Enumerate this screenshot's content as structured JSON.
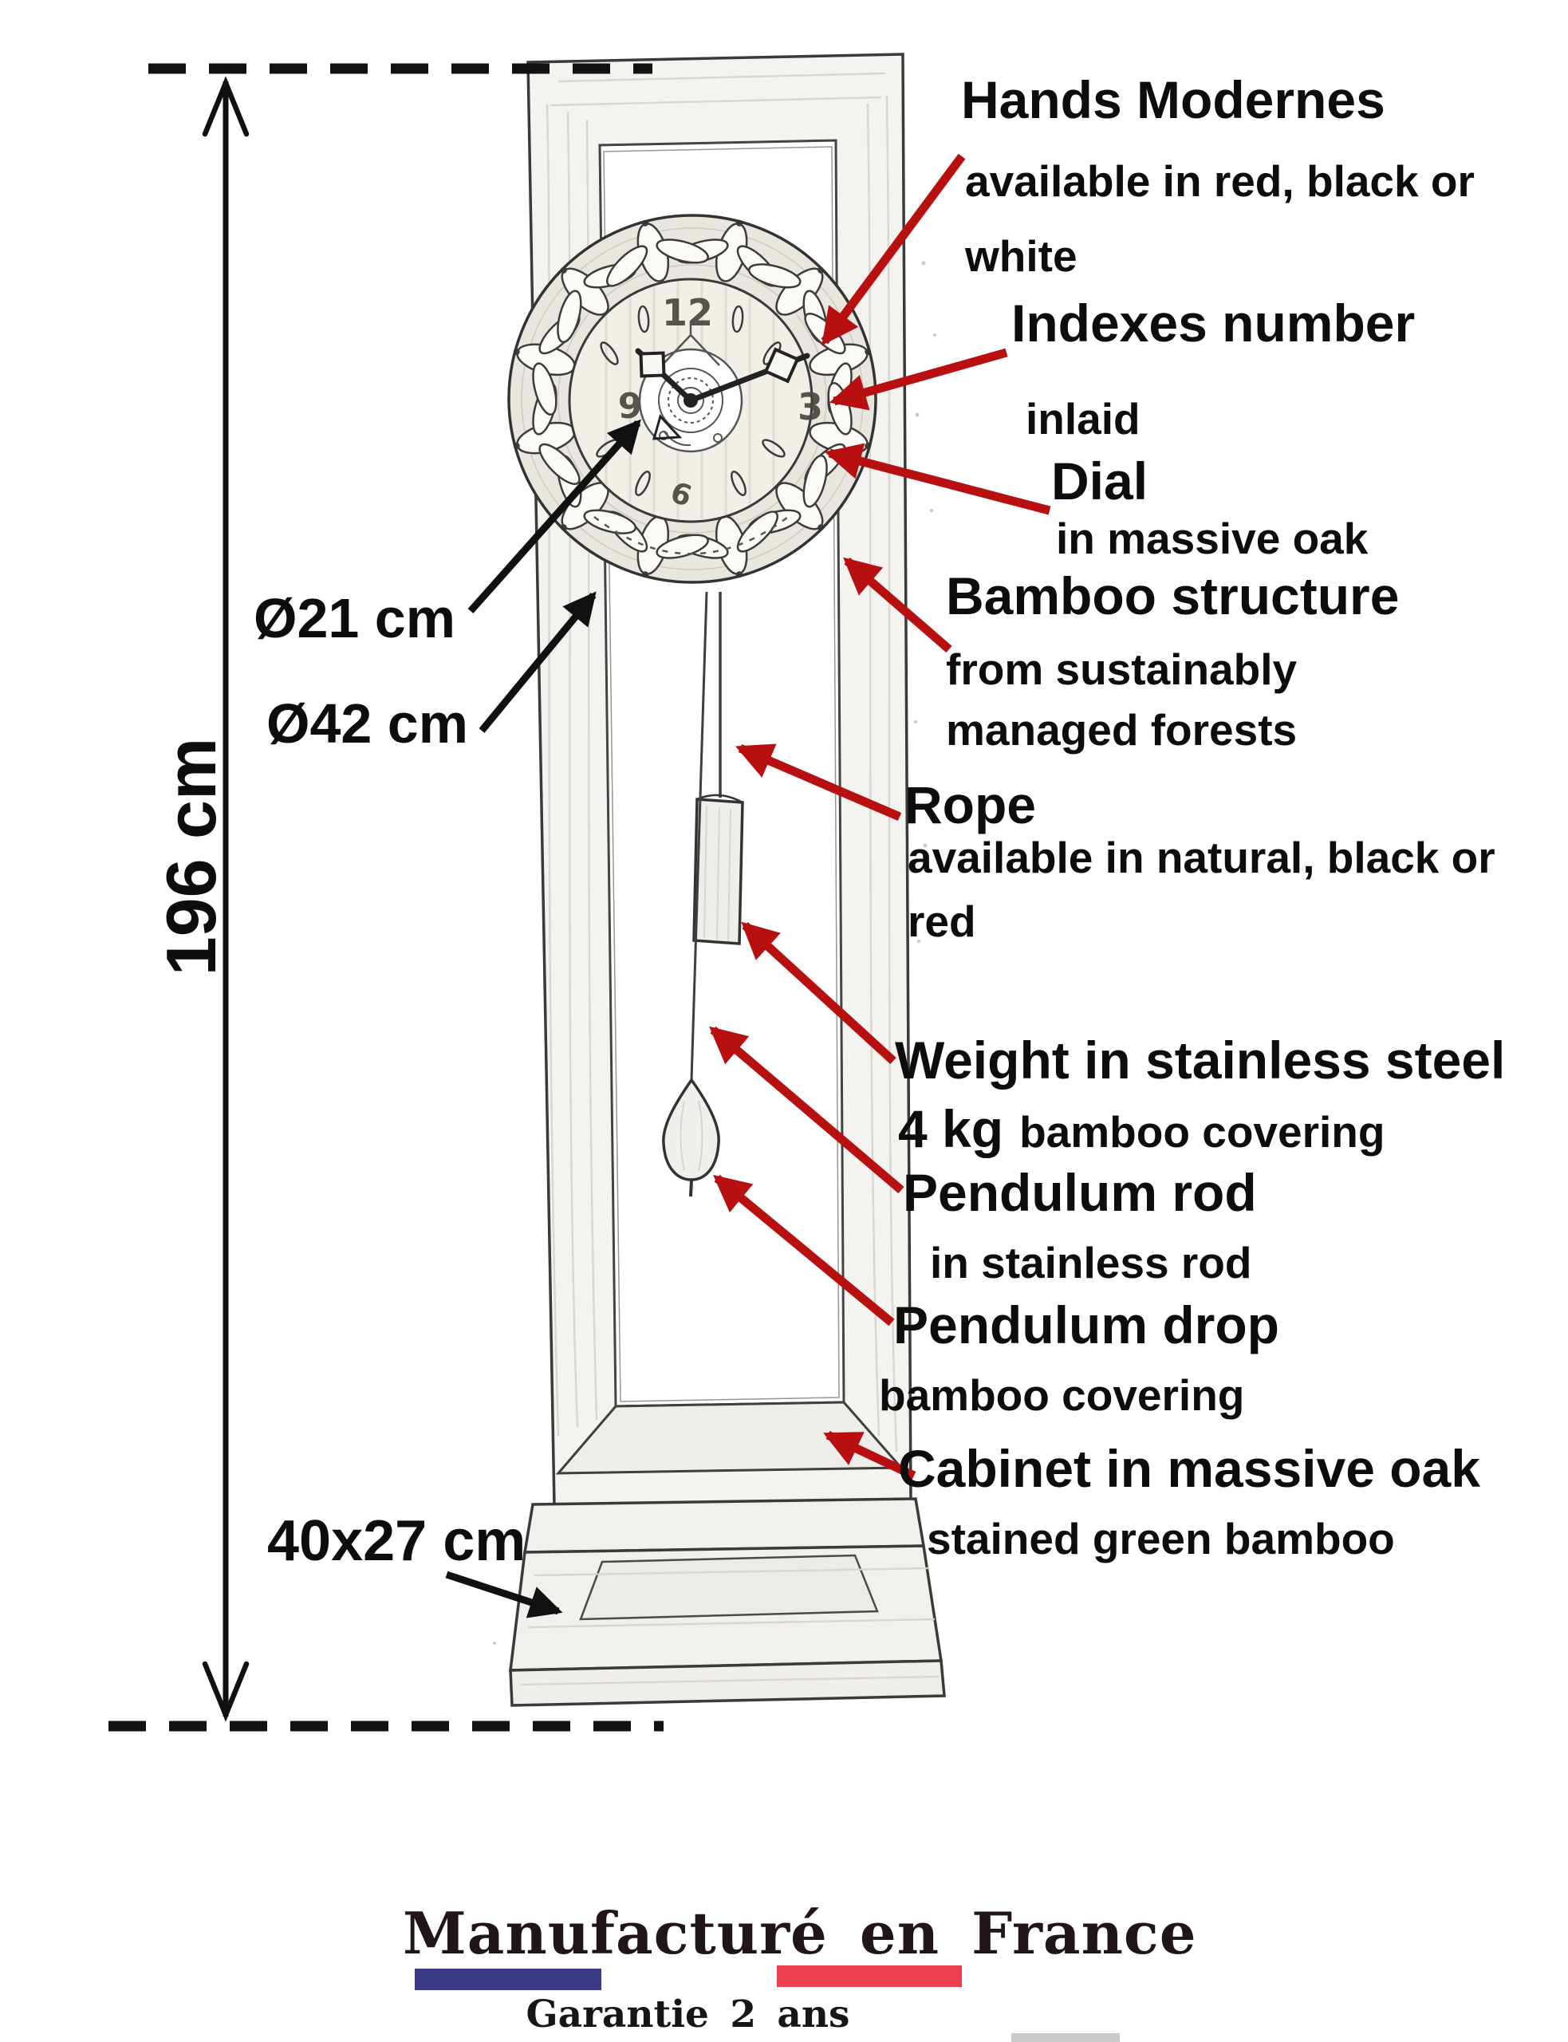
{
  "colors": {
    "arrow_red": "#b80f11",
    "ink": "#0d0d0d",
    "flag_blue": "#3d3a85",
    "flag_red": "#ee3f50"
  },
  "dimensions": {
    "height_label": "196 cm",
    "dial_diameter": "Ø21 cm",
    "structure_diameter": "Ø42 cm",
    "base_size": "40x27 cm"
  },
  "callouts": {
    "hands": {
      "title": "Hands Modernes",
      "line1": "available in red, black or",
      "line2": "white"
    },
    "indexes": {
      "title": "Indexes number",
      "line1": "inlaid"
    },
    "dial": {
      "title": "Dial",
      "line1": "in massive oak"
    },
    "bamboo": {
      "title": "Bamboo structure",
      "line1": "from sustainably",
      "line2": "managed forests"
    },
    "rope": {
      "title": "Rope",
      "line1": "available in natural, black or",
      "line2": "red"
    },
    "weight": {
      "title": "Weight in stainless steel",
      "big": "4 kg",
      "line1": "bamboo covering"
    },
    "pendulum_rod": {
      "title": "Pendulum rod",
      "line1": "in stainless rod"
    },
    "pendulum_drop": {
      "title": "Pendulum drop",
      "line1": "bamboo covering"
    },
    "cabinet": {
      "title": "Cabinet in massive oak",
      "line1": "stained green bamboo"
    }
  },
  "clock_face": {
    "twelve": "12",
    "three": "3",
    "six": "6",
    "nine": "9"
  },
  "footer": {
    "brand": "Manufacturé en France",
    "warranty": "Garantie 2 ans"
  }
}
